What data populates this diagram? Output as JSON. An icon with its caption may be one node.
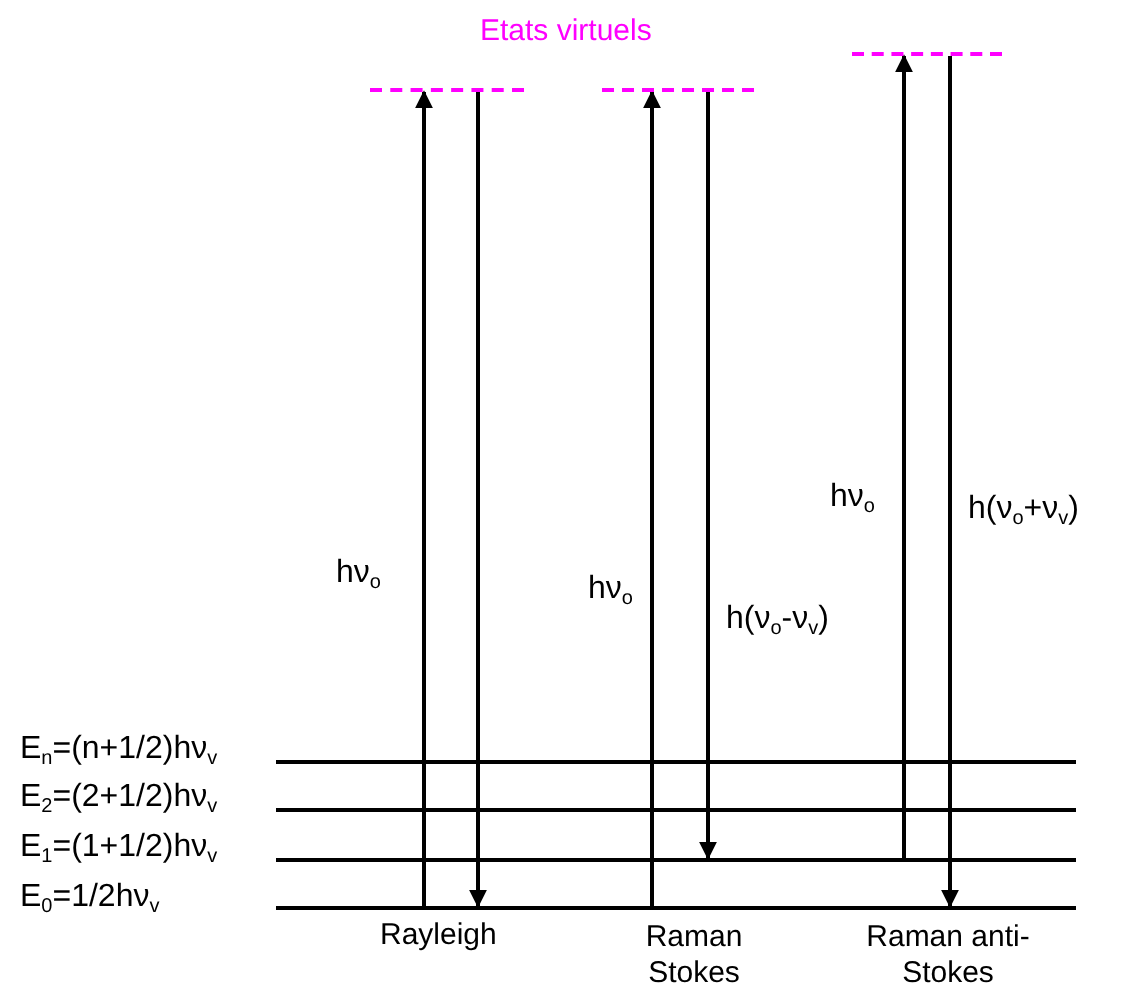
{
  "diagram": {
    "nodes": [
      {
        "text": [],
        "shape": "bar"
      },
      {
        "text": [],
        "shape": "bar"
      },
      {
        "text": [],
        "shape": "bar"
      },
      {
        "text": [],
        "shape": "bar",
        "beside": [
          "E$_{n}$=(n+1/2)hν$_{v}$"
        ]
      },
      {
        "text": [],
        "shape": "bar",
        "beside": [
          "E$_{2}$=(2+1/2)hν$_{v}$"
        ]
      },
      {
        "text": [],
        "shape": "bar",
        "beside": [
          "E$_{1}$=(1+1/2)hν$_{v}$"
        ]
      },
      {
        "text": [],
        "shape": "bar",
        "beside": [
          "E$_{0}$=1/2hν$_{v}$"
        ]
      }
    ],
    "edges": [
      {
        "from": 6,
        "to": 0,
        "arrow": "to",
        "label": "hν$_{o}$"
      },
      {
        "from": 0,
        "to": 6,
        "arrow": "to"
      },
      {
        "from": 6,
        "to": 1,
        "arrow": "to",
        "label": "hν$_{o}$"
      },
      {
        "from": 1,
        "to": 5,
        "arrow": "to",
        "label": "h(ν$_{o}$-ν$_{v}$)"
      },
      {
        "from": 5,
        "to": 2,
        "arrow": "to",
        "label": "hν$_{o}$"
      },
      {
        "from": 2,
        "to": 6,
        "arrow": "to",
        "label": "h(ν$_{o}$+ν$_{v}$)"
      }
    ],
    "labels": [
      "Etats virtuels",
      "Rayleigh",
      "Raman Stokes",
      "Raman anti-Stokes"
    ]
  }
}
